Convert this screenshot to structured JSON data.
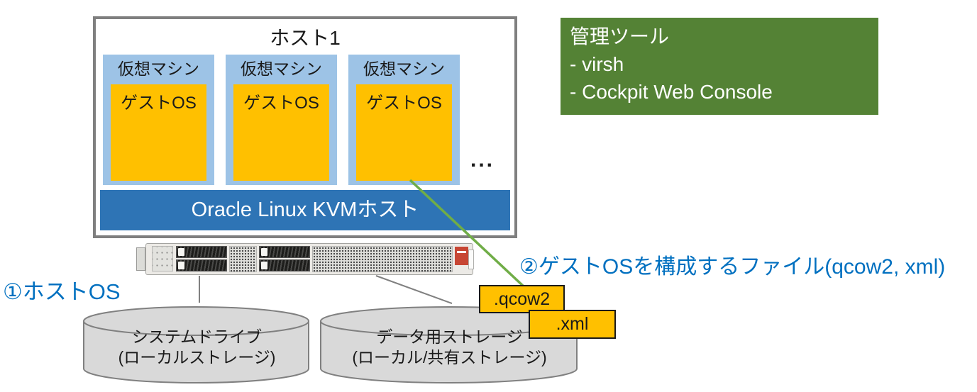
{
  "host": {
    "title": "ホスト1",
    "vms": [
      {
        "label": "仮想マシン",
        "guest": "ゲストOS"
      },
      {
        "label": "仮想マシン",
        "guest": "ゲストOS"
      },
      {
        "label": "仮想マシン",
        "guest": "ゲストOS"
      }
    ],
    "ellipsis": "...",
    "kvm_bar": "Oracle Linux KVMホスト"
  },
  "management": {
    "title": "管理ツール",
    "items": [
      "- virsh",
      "- Cockpit Web Console"
    ]
  },
  "annotations": {
    "host_os": "①ホストOS",
    "guest_files": "②ゲストOSを構成するファイル(qcow2, xml)"
  },
  "files": {
    "qcow2": ".qcow2",
    "xml": ".xml"
  },
  "storage": [
    {
      "line1": "システムドライブ",
      "line2": "(ローカルストレージ)"
    },
    {
      "line1": "データ用ストレージ",
      "line2": "(ローカル/共有ストレージ)"
    }
  ],
  "colors": {
    "host_border": "#7F7F7F",
    "vm_fill": "#9DC3E6",
    "guest_fill": "#FFC000",
    "kvm_bar_fill": "#2E74B5",
    "kvm_bar_text": "#FFFFFF",
    "management_fill": "#548235",
    "management_text": "#FFFFFF",
    "annotation_text": "#0070C0",
    "connector_green": "#70AD47",
    "connector_gray": "#808080",
    "cylinder_fill": "#D9D9D9",
    "cylinder_stroke": "#808080",
    "file_box_fill": "#FFC000",
    "oracle_badge_red": "#C74634"
  }
}
